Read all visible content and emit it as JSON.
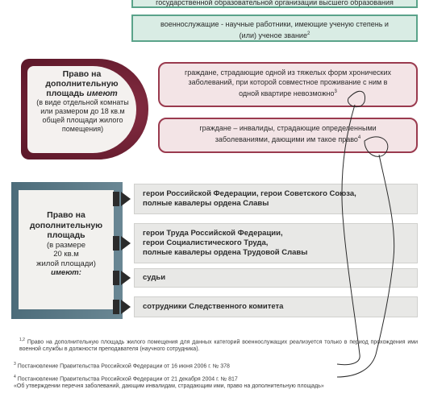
{
  "top": {
    "partial_text": "государственной образовательной организации высшего образования",
    "scholars_line1": "военнослужащие - научные работники, имеющие ученую степень и",
    "scholars_line2": "(или) ученое звание",
    "scholars_sup": "2"
  },
  "red_block": {
    "title1": "Право на",
    "title2": "дополнительную",
    "title3": "площадь",
    "title3_em": "имеют",
    "desc": "(в виде отдельной комнаты или размером до 18 кв.м общей площади жилого помещения)"
  },
  "pink": {
    "item1_line1": "граждане, страдающие одной из тяжелых форм хронических",
    "item1_line2": "заболеваний, при которой совместное проживание с ним в",
    "item1_line3": "одной квартире невозможно",
    "item1_sup": "3",
    "item2_line1": "граждане – инвалиды, страдающие определенными",
    "item2_line2": "заболеваниями, дающими им такое право",
    "item2_sup": "4"
  },
  "blue_block": {
    "title1": "Право на",
    "title2": "дополнительную",
    "title3": "площадь",
    "line4": "(в размере",
    "line5": "20 кв.м",
    "line6": "жилой площади)",
    "em": "имеют:"
  },
  "gray": {
    "item1_line1": "герои Российской Федерации, герои Советского Союза,",
    "item1_line2": "полные кавалеры ордена Славы",
    "item2_line1": "герои Труда Российской Федерации,",
    "item2_line2": "герои Социалистического Труда,",
    "item2_line3": "полные кавалеры ордена Трудовой Славы",
    "item3": "судьи",
    "item4": "сотрудники Следственного комитета"
  },
  "footnotes": {
    "fn12_sup": "1,2",
    "fn12": "Право на дополнительную площадь жилого помещения для данных категорий военнослужащих реализуется только в период прохождения ими военной службы в должности преподавателя (научного сотрудника).",
    "fn3_sup": "3",
    "fn3": "Постановление Правительства Российской Федерации от 16 июня 2006 г. № 378",
    "fn4_sup": "4",
    "fn4a": "Постановление Правительства Российской Федерации от 21 декабря 2004 г. № 817",
    "fn4b": "«Об утверждении перечня заболеваний, дающим инвалидам, страдающим ими, право на дополнительную площадь»"
  },
  "colors": {
    "green_border": "#5aa38a",
    "dark_red": "#6d2033",
    "pink_border": "#9a3a4e",
    "slate_blue": "#4c6c7a"
  }
}
